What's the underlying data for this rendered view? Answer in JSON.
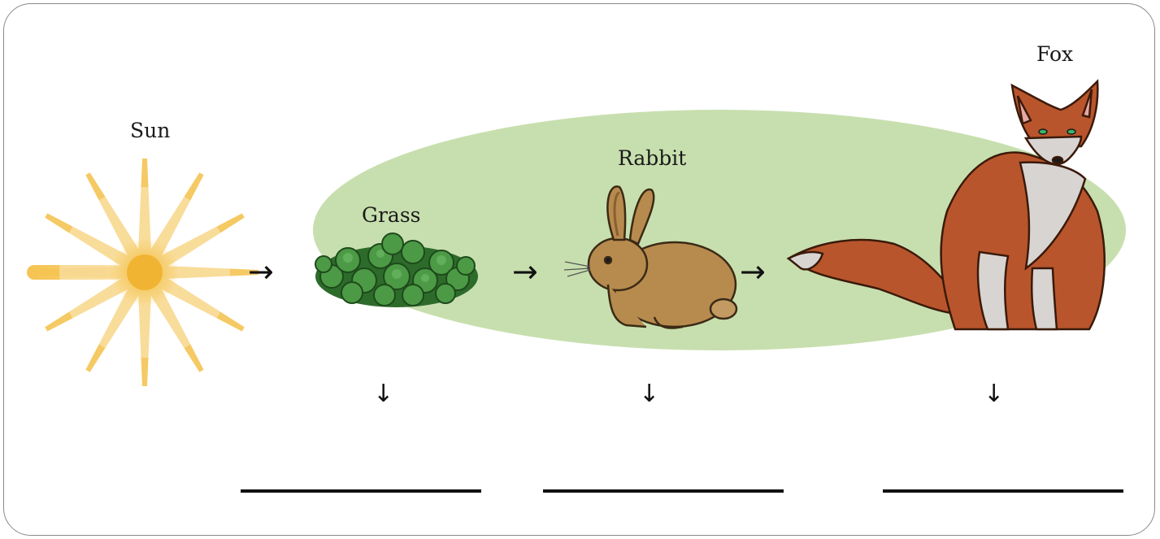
{
  "diagram": {
    "organisms": [
      {
        "id": "sun",
        "label": "Sun",
        "icon": "sun-icon"
      },
      {
        "id": "grass",
        "label": "Grass",
        "icon": "grass-icon"
      },
      {
        "id": "rabbit",
        "label": "Rabbit",
        "icon": "rabbit-icon"
      },
      {
        "id": "fox",
        "label": "Fox",
        "icon": "fox-icon"
      }
    ],
    "flow_arrow": "→",
    "down_arrow": "↓",
    "answer_blanks": 3,
    "colors": {
      "habitat": "#c7dfae",
      "sun_ray": "#f5c453",
      "sun_core": "#f0b432",
      "grass": "#3f8a3a",
      "rabbit": "#b78a4e",
      "fox": "#b9552c",
      "fox_light": "#d8d4d2"
    }
  }
}
